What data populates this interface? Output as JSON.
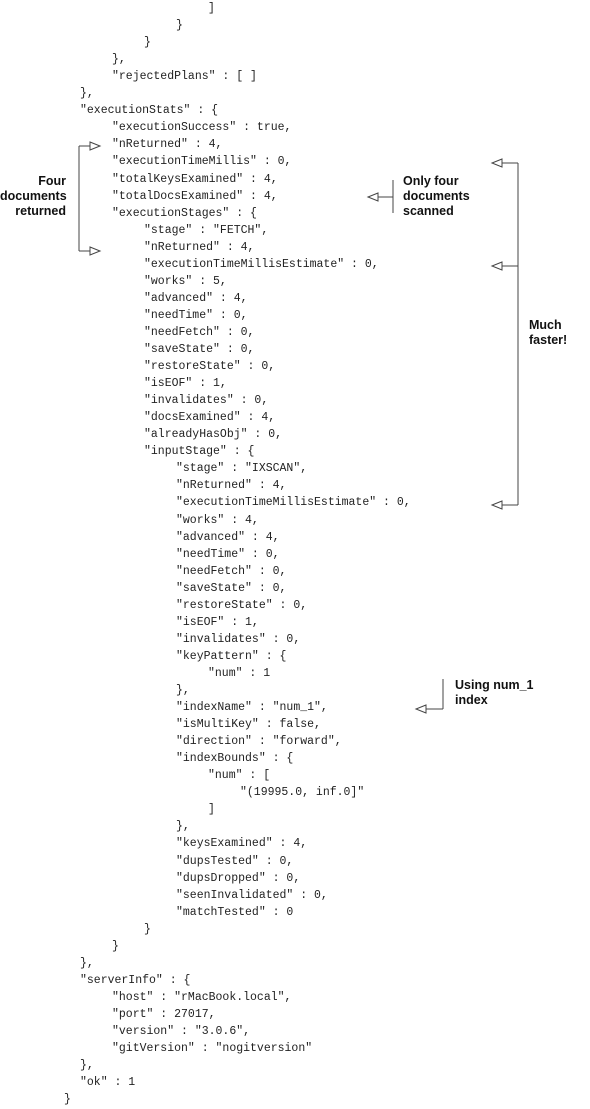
{
  "code_lines": [
    {
      "indent": 208,
      "text": "]"
    },
    {
      "indent": 176,
      "text": "}"
    },
    {
      "indent": 144,
      "text": "}"
    },
    {
      "indent": 112,
      "text": "},"
    },
    {
      "indent": 112,
      "text": "\"rejectedPlans\" : [ ]"
    },
    {
      "indent": 80,
      "text": "},"
    },
    {
      "indent": 80,
      "text": "\"executionStats\" : {"
    },
    {
      "indent": 112,
      "text": "\"executionSuccess\" : true,"
    },
    {
      "indent": 112,
      "text": "\"nReturned\" : 4,"
    },
    {
      "indent": 112,
      "text": "\"executionTimeMillis\" : 0,"
    },
    {
      "indent": 112,
      "text": "\"totalKeysExamined\" : 4,"
    },
    {
      "indent": 112,
      "text": "\"totalDocsExamined\" : 4,"
    },
    {
      "indent": 112,
      "text": "\"executionStages\" : {"
    },
    {
      "indent": 144,
      "text": "\"stage\" : \"FETCH\","
    },
    {
      "indent": 144,
      "text": "\"nReturned\" : 4,"
    },
    {
      "indent": 144,
      "text": "\"executionTimeMillisEstimate\" : 0,"
    },
    {
      "indent": 144,
      "text": "\"works\" : 5,"
    },
    {
      "indent": 144,
      "text": "\"advanced\" : 4,"
    },
    {
      "indent": 144,
      "text": "\"needTime\" : 0,"
    },
    {
      "indent": 144,
      "text": "\"needFetch\" : 0,"
    },
    {
      "indent": 144,
      "text": "\"saveState\" : 0,"
    },
    {
      "indent": 144,
      "text": "\"restoreState\" : 0,"
    },
    {
      "indent": 144,
      "text": "\"isEOF\" : 1,"
    },
    {
      "indent": 144,
      "text": "\"invalidates\" : 0,"
    },
    {
      "indent": 144,
      "text": "\"docsExamined\" : 4,"
    },
    {
      "indent": 144,
      "text": "\"alreadyHasObj\" : 0,"
    },
    {
      "indent": 144,
      "text": "\"inputStage\" : {"
    },
    {
      "indent": 176,
      "text": "\"stage\" : \"IXSCAN\","
    },
    {
      "indent": 176,
      "text": "\"nReturned\" : 4,"
    },
    {
      "indent": 176,
      "text": "\"executionTimeMillisEstimate\" : 0,"
    },
    {
      "indent": 176,
      "text": "\"works\" : 4,"
    },
    {
      "indent": 176,
      "text": "\"advanced\" : 4,"
    },
    {
      "indent": 176,
      "text": "\"needTime\" : 0,"
    },
    {
      "indent": 176,
      "text": "\"needFetch\" : 0,"
    },
    {
      "indent": 176,
      "text": "\"saveState\" : 0,"
    },
    {
      "indent": 176,
      "text": "\"restoreState\" : 0,"
    },
    {
      "indent": 176,
      "text": "\"isEOF\" : 1,"
    },
    {
      "indent": 176,
      "text": "\"invalidates\" : 0,"
    },
    {
      "indent": 176,
      "text": "\"keyPattern\" : {"
    },
    {
      "indent": 208,
      "text": "\"num\" : 1"
    },
    {
      "indent": 176,
      "text": "},"
    },
    {
      "indent": 176,
      "text": "\"indexName\" : \"num_1\","
    },
    {
      "indent": 176,
      "text": "\"isMultiKey\" : false,"
    },
    {
      "indent": 176,
      "text": "\"direction\" : \"forward\","
    },
    {
      "indent": 176,
      "text": "\"indexBounds\" : {"
    },
    {
      "indent": 208,
      "text": "\"num\" : ["
    },
    {
      "indent": 240,
      "text": "\"(19995.0, inf.0]\""
    },
    {
      "indent": 208,
      "text": "]"
    },
    {
      "indent": 176,
      "text": "},"
    },
    {
      "indent": 176,
      "text": "\"keysExamined\" : 4,"
    },
    {
      "indent": 176,
      "text": "\"dupsTested\" : 0,"
    },
    {
      "indent": 176,
      "text": "\"dupsDropped\" : 0,"
    },
    {
      "indent": 176,
      "text": "\"seenInvalidated\" : 0,"
    },
    {
      "indent": 176,
      "text": "\"matchTested\" : 0"
    },
    {
      "indent": 144,
      "text": "}"
    },
    {
      "indent": 112,
      "text": "}"
    },
    {
      "indent": 80,
      "text": "},"
    },
    {
      "indent": 80,
      "text": "\"serverInfo\" : {"
    },
    {
      "indent": 112,
      "text": "\"host\" : \"rMacBook.local\","
    },
    {
      "indent": 112,
      "text": "\"port\" : 27017,"
    },
    {
      "indent": 112,
      "text": "\"version\" : \"3.0.6\","
    },
    {
      "indent": 112,
      "text": "\"gitVersion\" : \"nogitversion\""
    },
    {
      "indent": 80,
      "text": "},"
    },
    {
      "indent": 80,
      "text": "\"ok\" : 1"
    },
    {
      "indent": 64,
      "text": "}"
    }
  ],
  "callouts": {
    "four_docs": {
      "line1": "Four",
      "line2": "documents",
      "line3": "returned"
    },
    "only_four": {
      "line1": "Only four",
      "line2": "documents",
      "line3": "scanned"
    },
    "much_faster": {
      "line1": "Much",
      "line2": "faster!"
    },
    "using_index": {
      "line1": "Using num_1",
      "line2": "index"
    }
  },
  "colors": {
    "text": "#222222",
    "annotation": "#111111",
    "arrow": "#444444"
  }
}
